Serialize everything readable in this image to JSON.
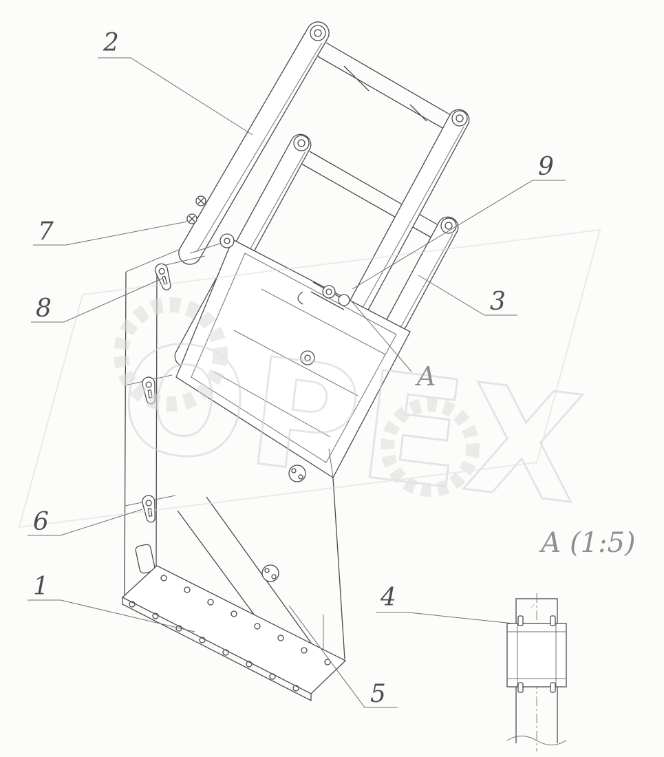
{
  "watermark": {
    "text": "OPEX",
    "color": "#d2d2d2"
  },
  "colors": {
    "line": "#4a4a4a",
    "label": "#4d4d4d",
    "detail_label": "#8f8f8f"
  },
  "callouts": [
    {
      "label": "1"
    },
    {
      "label": "2"
    },
    {
      "label": "3"
    },
    {
      "label": "4"
    },
    {
      "label": "5"
    },
    {
      "label": "6"
    },
    {
      "label": "7"
    },
    {
      "label": "8"
    },
    {
      "label": "9"
    }
  ],
  "section_marker": {
    "label": "A"
  },
  "detail_view": {
    "title": "A (1:5)"
  }
}
